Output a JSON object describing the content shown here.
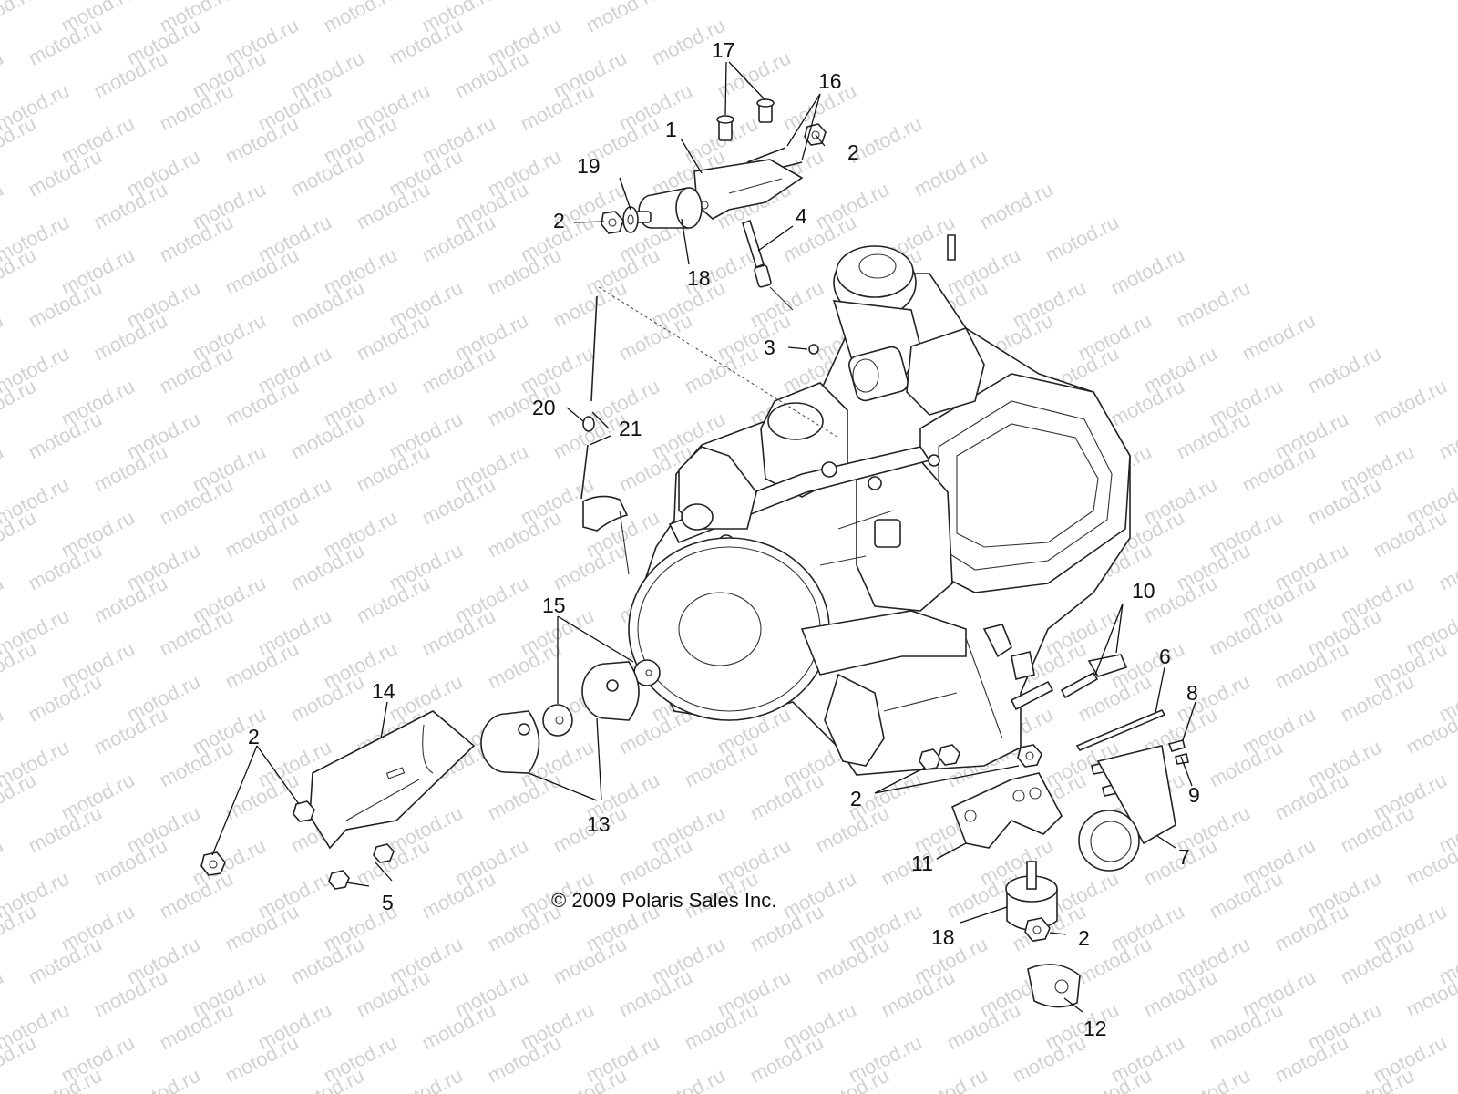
{
  "watermark": {
    "text": "motod.ru"
  },
  "copyright": {
    "text": "© 2009 Polaris Sales Inc."
  },
  "callouts": [
    "1",
    "2",
    "3",
    "4",
    "5",
    "6",
    "7",
    "8",
    "9",
    "10",
    "11",
    "12",
    "13",
    "14",
    "15",
    "16",
    "17",
    "18",
    "19",
    "20",
    "21"
  ]
}
